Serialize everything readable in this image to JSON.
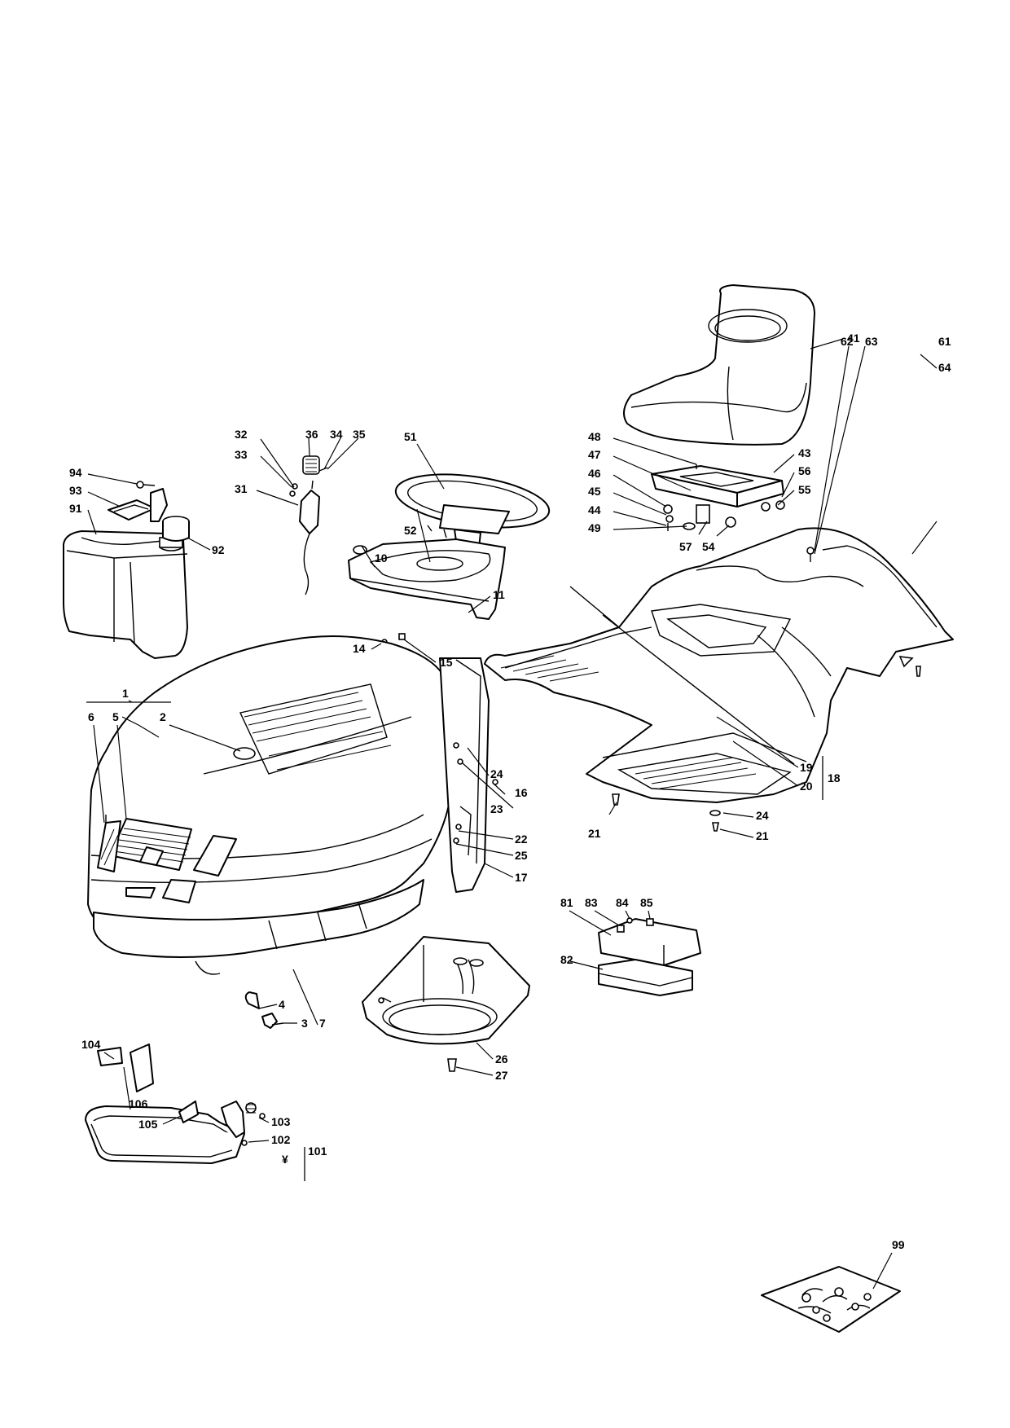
{
  "diagram": {
    "type": "exploded-parts-view",
    "line_color": "#000000",
    "background": "#ffffff",
    "callouts": {
      "c1": "1",
      "c2": "2",
      "c3": "3",
      "c4": "4",
      "c5": "5",
      "c6": "6",
      "c7": "7",
      "c10": "10",
      "c11": "11",
      "c14": "14",
      "c15": "15",
      "c16": "16",
      "c17": "17",
      "c18": "18",
      "c19": "19",
      "c20": "20",
      "c21a": "21",
      "c21b": "21",
      "c22": "22",
      "c23": "23",
      "c24a": "24",
      "c24b": "24",
      "c25": "25",
      "c26": "26",
      "c27": "27",
      "c31": "31",
      "c32": "32",
      "c33": "33",
      "c34": "34",
      "c35": "35",
      "c36": "36",
      "c41": "41",
      "c43": "43",
      "c44": "44",
      "c45": "45",
      "c46": "46",
      "c47": "47",
      "c48": "48",
      "c49": "49",
      "c51": "51",
      "c52": "52",
      "c54": "54",
      "c55": "55",
      "c56": "56",
      "c57": "57",
      "c61": "61",
      "c62": "62",
      "c63": "63",
      "c64": "64",
      "c81": "81",
      "c82": "82",
      "c83": "83",
      "c84": "84",
      "c85": "85",
      "c91": "91",
      "c92": "92",
      "c93": "93",
      "c94": "94",
      "c99": "99",
      "c101": "101",
      "c102": "102",
      "c103": "103",
      "c104": "104",
      "c105": "105",
      "c106": "106",
      "yen": "¥"
    }
  }
}
